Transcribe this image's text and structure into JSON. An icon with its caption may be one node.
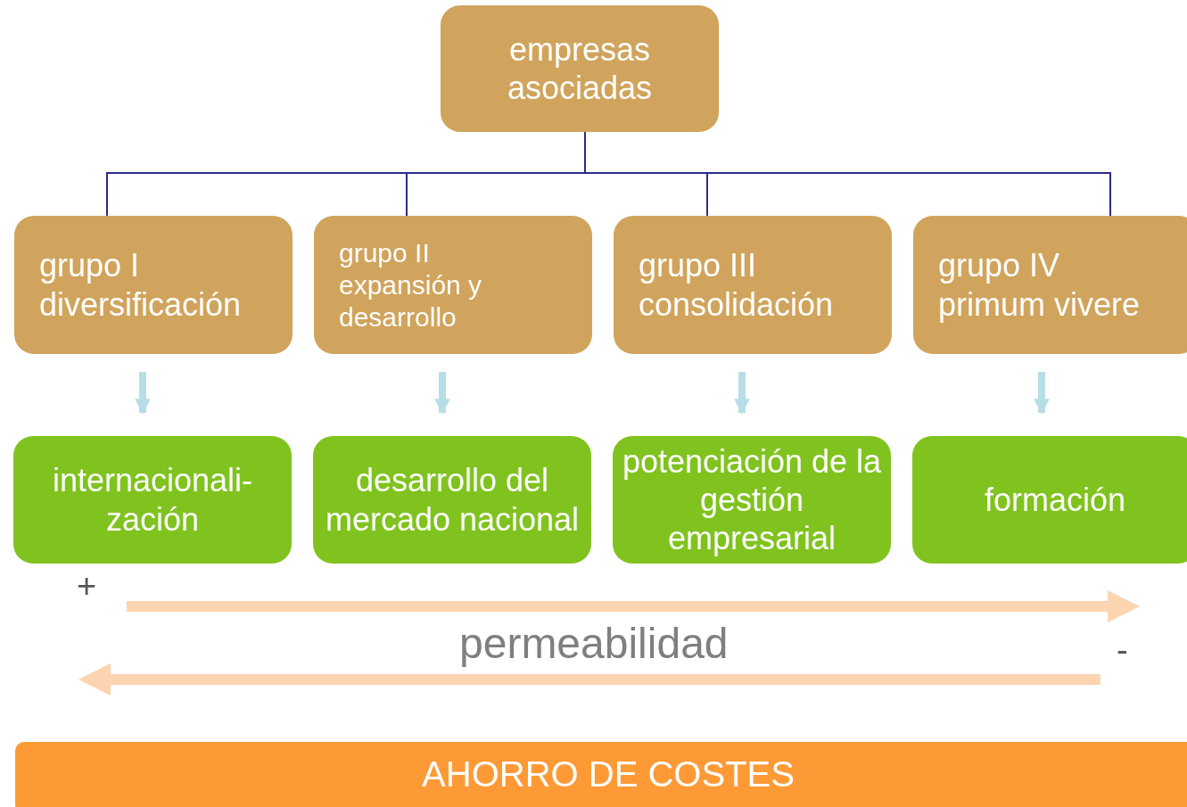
{
  "diagram": {
    "nodes": [
      {
        "text": [
          "empresas asociadas"
        ]
      },
      {
        "text": [
          "grupo I",
          "diversificación"
        ]
      },
      {
        "text": [
          "grupo II",
          "expansión y desarrollo"
        ]
      },
      {
        "text": [
          "grupo III",
          "consolidación"
        ]
      },
      {
        "text": [
          "grupo IV",
          "primum vivere"
        ]
      },
      {
        "text": [
          "internacionali- zación"
        ]
      },
      {
        "text": [
          "desarrollo del mercado nacional"
        ]
      },
      {
        "text": [
          "potenciación de la gestión empresarial"
        ]
      },
      {
        "text": [
          "formación"
        ]
      },
      {
        "text": [
          "AHORRO DE COSTES"
        ]
      }
    ],
    "edges": [
      {
        "from": 0,
        "to": 1,
        "arrow": "none"
      },
      {
        "from": 0,
        "to": 2,
        "arrow": "none"
      },
      {
        "from": 0,
        "to": 3,
        "arrow": "none"
      },
      {
        "from": 0,
        "to": 4,
        "arrow": "none"
      },
      {
        "from": 1,
        "to": 5,
        "arrow": "to",
        "style": "thick",
        "color": "#b7dee6"
      },
      {
        "from": 2,
        "to": 6,
        "arrow": "to",
        "style": "thick",
        "color": "#b7dee6"
      },
      {
        "from": 3,
        "to": 7,
        "arrow": "to",
        "style": "thick",
        "color": "#b7dee6"
      },
      {
        "from": 4,
        "to": 8,
        "arrow": "to",
        "style": "thick",
        "color": "#b7dee6"
      }
    ],
    "labels": [
      "+",
      "permeabilidad",
      "-"
    ]
  }
}
